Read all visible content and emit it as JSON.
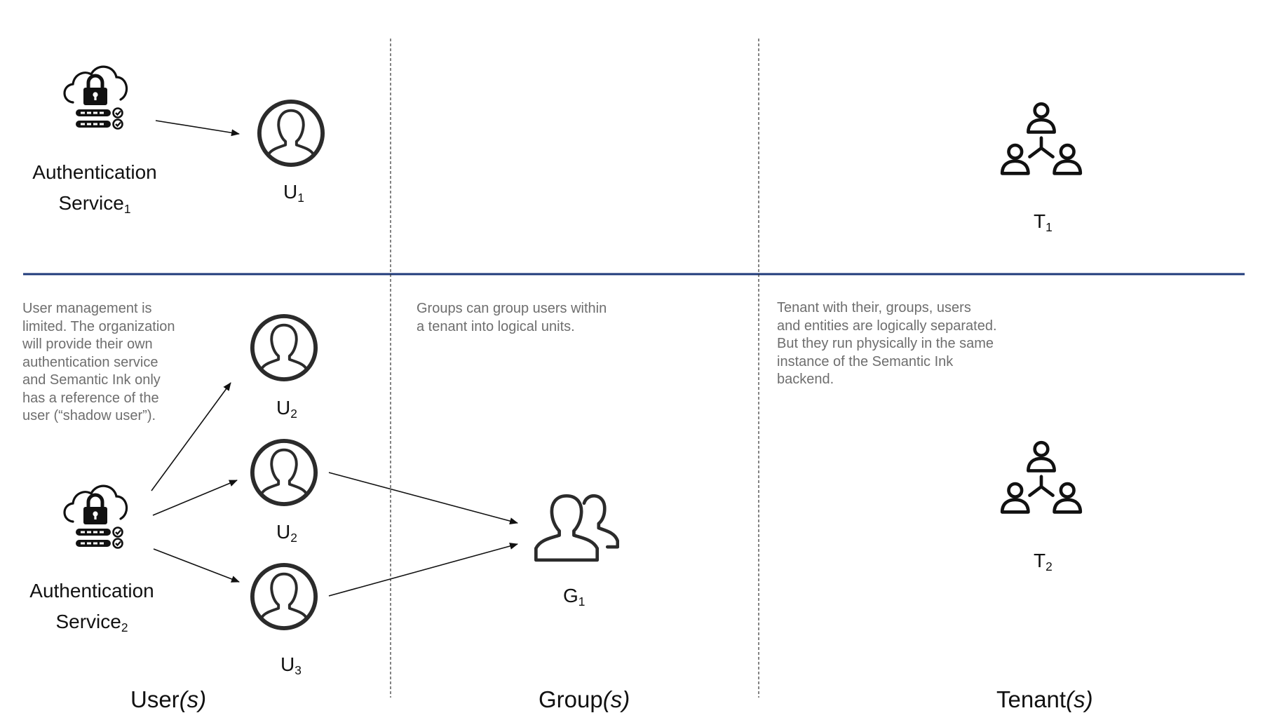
{
  "services": [
    {
      "label": "Authentication",
      "label2": "Service",
      "sub": "1"
    },
    {
      "label": "Authentication",
      "label2": "Service",
      "sub": "2"
    }
  ],
  "users": [
    {
      "label": "U",
      "sub": "1"
    },
    {
      "label": "U",
      "sub": "2"
    },
    {
      "label": "U",
      "sub": "2"
    },
    {
      "label": "U",
      "sub": "3"
    }
  ],
  "group": {
    "label": "G",
    "sub": "1"
  },
  "tenants": [
    {
      "label": "T",
      "sub": "1"
    },
    {
      "label": "T",
      "sub": "2"
    }
  ],
  "notes": {
    "users": "User management is\nlimited. The organization\nwill provide their own\nauthentication service\nand Semantic Ink only\nhas a reference of the\nuser (“shadow user”).",
    "groups": "Groups can group users within\na tenant into logical units.",
    "tenants": "Tenant with their, groups, users\nand entities are logically separated.\nBut they run physically in the same\ninstance of the Semantic Ink\nbackend."
  },
  "columns": [
    {
      "main": "User",
      "italic": "(s)"
    },
    {
      "main": "Group",
      "italic": "(s)"
    },
    {
      "main": "Tenant",
      "italic": "(s)"
    }
  ],
  "colors": {
    "separator": "#1f3a7a",
    "ink": "#111111",
    "note": "#6e6e6e"
  }
}
